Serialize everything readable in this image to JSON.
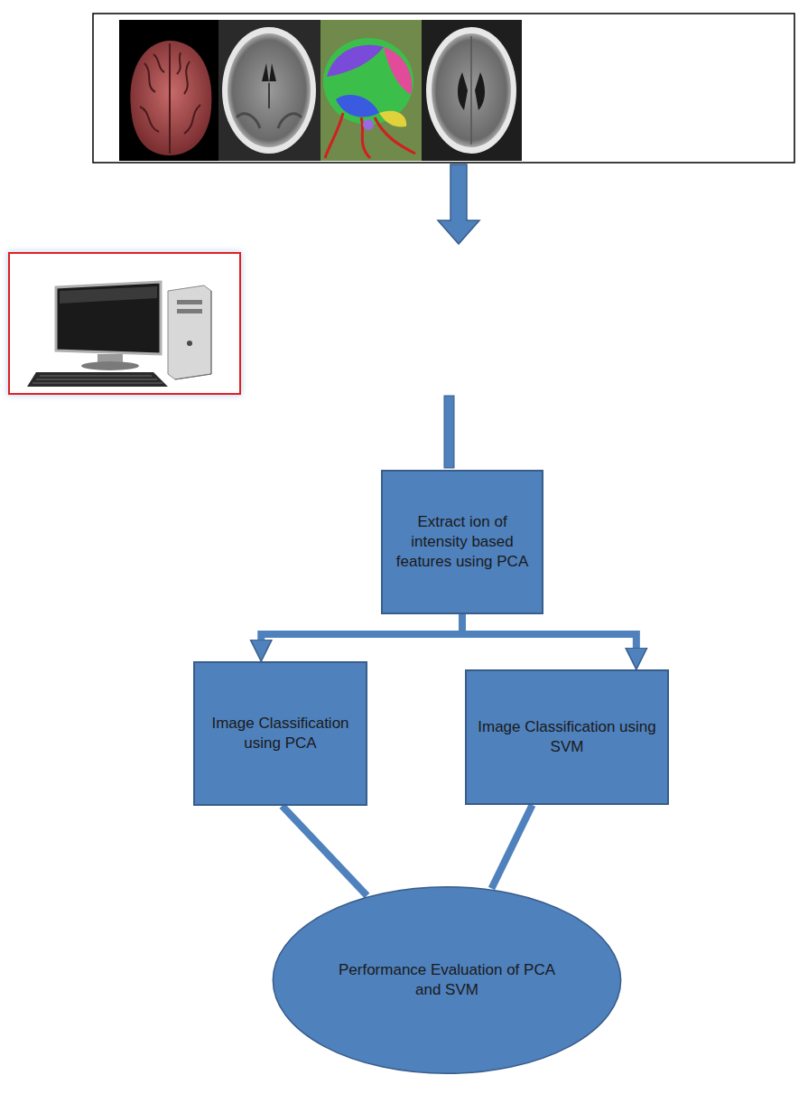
{
  "diagram": {
    "nodes": [
      {
        "text": [
          "Extract ion of intensity based features using PCA"
        ]
      },
      {
        "text": [
          "Image Classification using PCA"
        ]
      },
      {
        "text": [
          "Image Classification using SVM"
        ]
      },
      {
        "text": [
          "Performance Evaluation of PCA and SVM"
        ]
      }
    ],
    "edges": [
      {
        "from": 0,
        "to": 1,
        "arrow": "to"
      },
      {
        "from": 0,
        "to": 2,
        "arrow": "to"
      },
      {
        "from": 1,
        "to": 3,
        "arrow": "none"
      },
      {
        "from": 2,
        "to": 3,
        "arrow": "none"
      }
    ]
  }
}
